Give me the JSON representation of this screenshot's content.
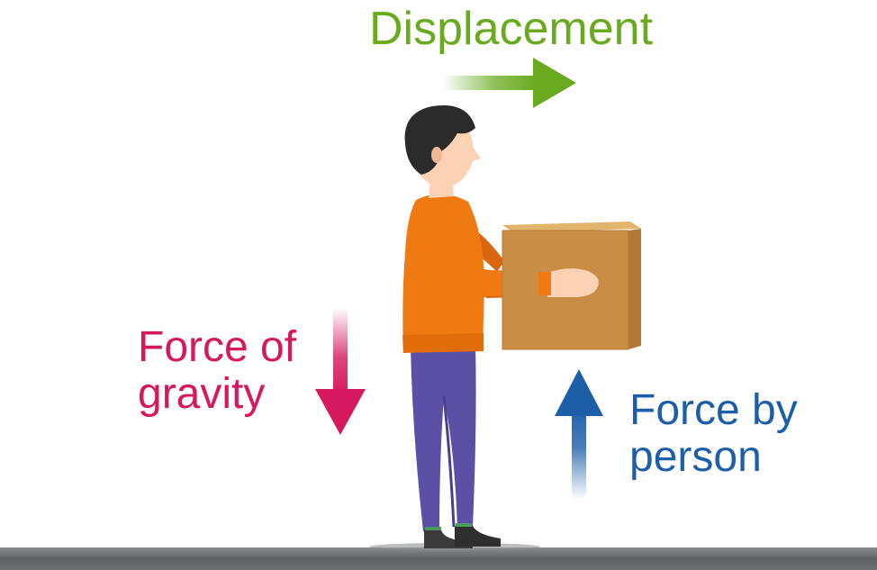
{
  "labels": {
    "displacement": "Displacement",
    "gravity_line1": "Force of",
    "gravity_line2": "gravity",
    "person_line1": "Force by",
    "person_line2": "person"
  },
  "colors": {
    "displacement": "#6aaa1f",
    "gravity": "#d6185e",
    "person": "#1c5ea8",
    "shirt": "#f07a12",
    "pants": "#5b4fa6",
    "hair": "#2b2b2b",
    "skin": "#fbd2b3",
    "box": "#c98d45",
    "box_top": "#e2b46c",
    "ground": "#6b6d70"
  },
  "icons": {
    "displacement_arrow": "arrow-right-icon",
    "gravity_arrow": "arrow-down-icon",
    "person_force_arrow": "arrow-up-icon"
  }
}
